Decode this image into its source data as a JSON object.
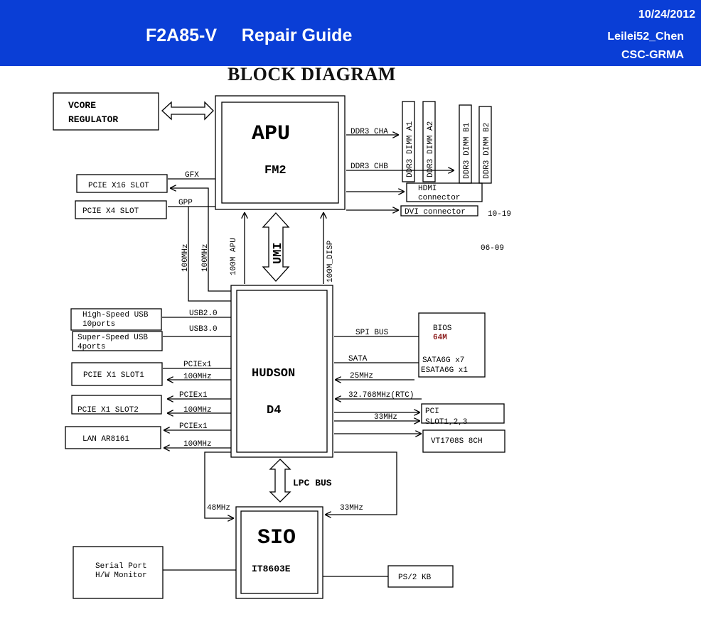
{
  "header": {
    "title": "F2A85-V     Repair Guide",
    "date": "10/24/2012",
    "author": "Leilei52_Chen",
    "dept": "CSC-GRMA"
  },
  "diagram_title": "BLOCK DIAGRAM",
  "blocks": {
    "vcore": [
      "VCORE",
      "REGULATOR"
    ],
    "apu_name": "APU",
    "apu_sub": "FM2",
    "hudson_name": "HUDSON",
    "hudson_sub": "D4",
    "sio_name": "SIO",
    "sio_sub": "IT8603E",
    "pcie_x16": "PCIE X16 SLOT",
    "pcie_x4": "PCIE X4 SLOT",
    "hs_usb": [
      "High-Speed USB",
      "10ports"
    ],
    "ss_usb": [
      "Super-Speed USB",
      "4ports"
    ],
    "pcie_x1_1": "PCIE X1 SLOT1",
    "pcie_x1_2": "PCIE X1 SLOT2",
    "lan": "LAN AR8161",
    "serial": [
      "Serial Port",
      "H/W Monitor"
    ],
    "ps2": "PS/2 KB",
    "hdmi": [
      "HDMI",
      "connector"
    ],
    "dvi": "DVI connector",
    "bios": "BIOS",
    "bios_size": "64M",
    "sata_ports": [
      "SATA6G x7",
      "ESATA6G x1"
    ],
    "pci": [
      "PCI",
      "SLOT1,2,3"
    ],
    "audio": "VT1708S 8CH",
    "dimms": [
      "DDR3 DIMM A1",
      "DDR3 DIMM A2",
      "DDR3 DIMM B1",
      "DDR3 DIMM B2"
    ]
  },
  "signals": {
    "ddr_cha": "DDR3 CHA",
    "ddr_chb": "DDR3 CHB",
    "gfx": "GFX",
    "gpp": "GPP",
    "umi": "UMI",
    "clk_apu": "100M APU",
    "clk_disp": "100M_DISP",
    "clk_100a": "100MHz",
    "clk_100b": "100MHz",
    "usb2": "USB2.0",
    "usb3": "USB3.0",
    "pciex1_a": "PCIEx1",
    "pciex1_b": "PCIEx1",
    "pciex1_c": "PCIEx1",
    "mhz100_a": "100MHz",
    "mhz100_b": "100MHz",
    "mhz100_c": "100MHz",
    "spi": "SPI BUS",
    "sata": "SATA",
    "mhz25": "25MHz",
    "rtc": "32.768MHz(RTC)",
    "mhz33_pci": "33MHz",
    "lpc": "LPC BUS",
    "mhz48": "48MHz",
    "mhz33_sio": "33MHz"
  },
  "notes": [
    "10-19",
    "06-09"
  ],
  "colors": {
    "header_bg": "#0a3ed6",
    "bios_size": "#8b1a1a"
  }
}
